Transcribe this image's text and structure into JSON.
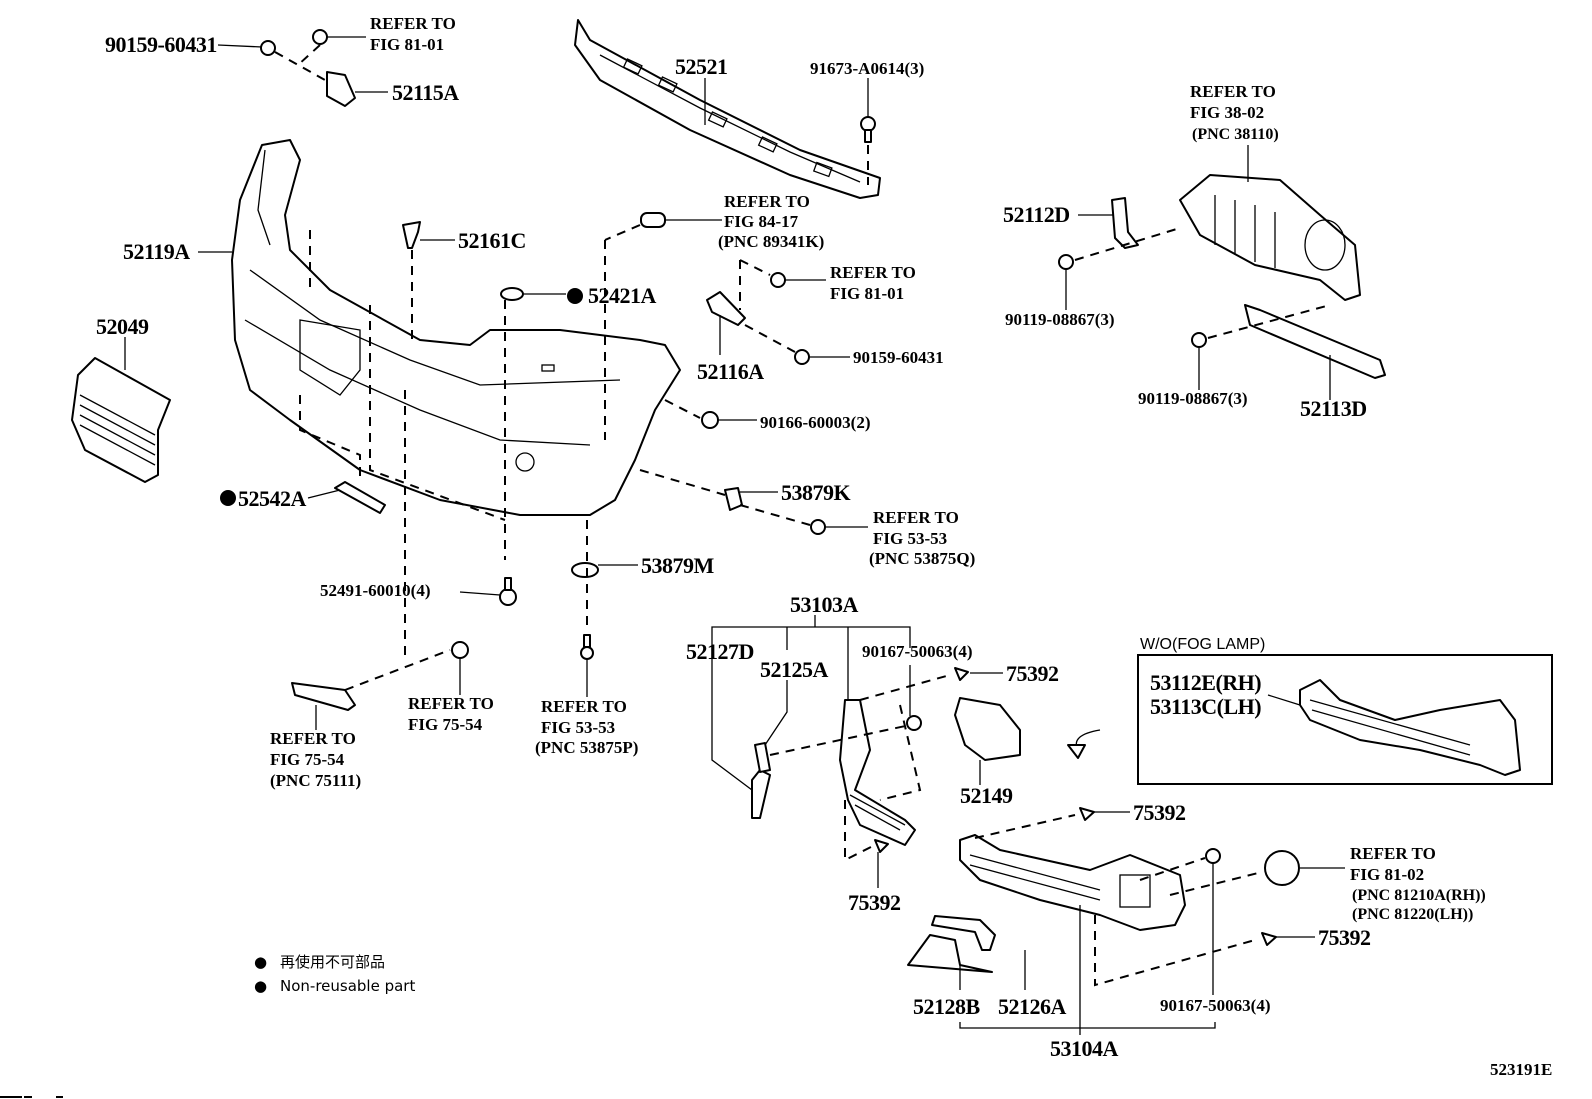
{
  "diagram": {
    "figure_id": "523191E",
    "inset": {
      "caption": "W/O(FOG LAMP)",
      "part_rh": "53112E(RH)",
      "part_lh": "53113C(LH)"
    },
    "legend": {
      "symbol": "●",
      "jp": "再使用不可部品",
      "en": "Non-reusable part"
    },
    "parts": {
      "p90159_60431_top": "90159-60431",
      "ref_81_01_top": [
        "REFER TO",
        "FIG 81-01"
      ],
      "p52115A": "52115A",
      "p52521": "52521",
      "p91673": "91673-A0614(3)",
      "ref_38_02": [
        "REFER TO",
        "FIG 38-02",
        "(PNC 38110)"
      ],
      "p52112D": "52112D",
      "p90119_a": "90119-08867(3)",
      "p90119_b": "90119-08867(3)",
      "p52113D": "52113D",
      "p52119A": "52119A",
      "p52049": "52049",
      "p52161C": "52161C",
      "ref_84_17": [
        "REFER TO",
        "FIG 84-17",
        "(PNC 89341K)"
      ],
      "p52421A": "52421A",
      "ref_81_01_mid": [
        "REFER TO",
        "FIG 81-01"
      ],
      "p52116A": "52116A",
      "p90159_60431_mid": "90159-60431",
      "p90166": "90166-60003(2)",
      "p53879K": "53879K",
      "ref_53_53_q": [
        "REFER TO",
        "FIG 53-53",
        "(PNC 53875Q)"
      ],
      "p52542A": "52542A",
      "p53879M": "53879M",
      "p52491": "52491-60010(4)",
      "ref_75_54_a": [
        "REFER TO",
        "FIG 75-54",
        "(PNC 75111)"
      ],
      "ref_75_54_b": [
        "REFER TO",
        "FIG 75-54"
      ],
      "ref_53_53_p": [
        "REFER TO",
        "FIG 53-53",
        "(PNC 53875P)"
      ],
      "p53103A": "53103A",
      "p52127D": "52127D",
      "p52125A": "52125A",
      "p90167_a": "90167-50063(4)",
      "p75392_a": "75392",
      "p52149": "52149",
      "p75392_b": "75392",
      "p75392_c": "75392",
      "p75392_d": "75392",
      "ref_81_02": [
        "REFER TO",
        "FIG 81-02",
        "(PNC 81210A(RH))",
        "(PNC 81220(LH))"
      ],
      "p90167_b": "90167-50063(4)",
      "p52128B": "52128B",
      "p52126A": "52126A",
      "p53104A": "53104A"
    }
  }
}
